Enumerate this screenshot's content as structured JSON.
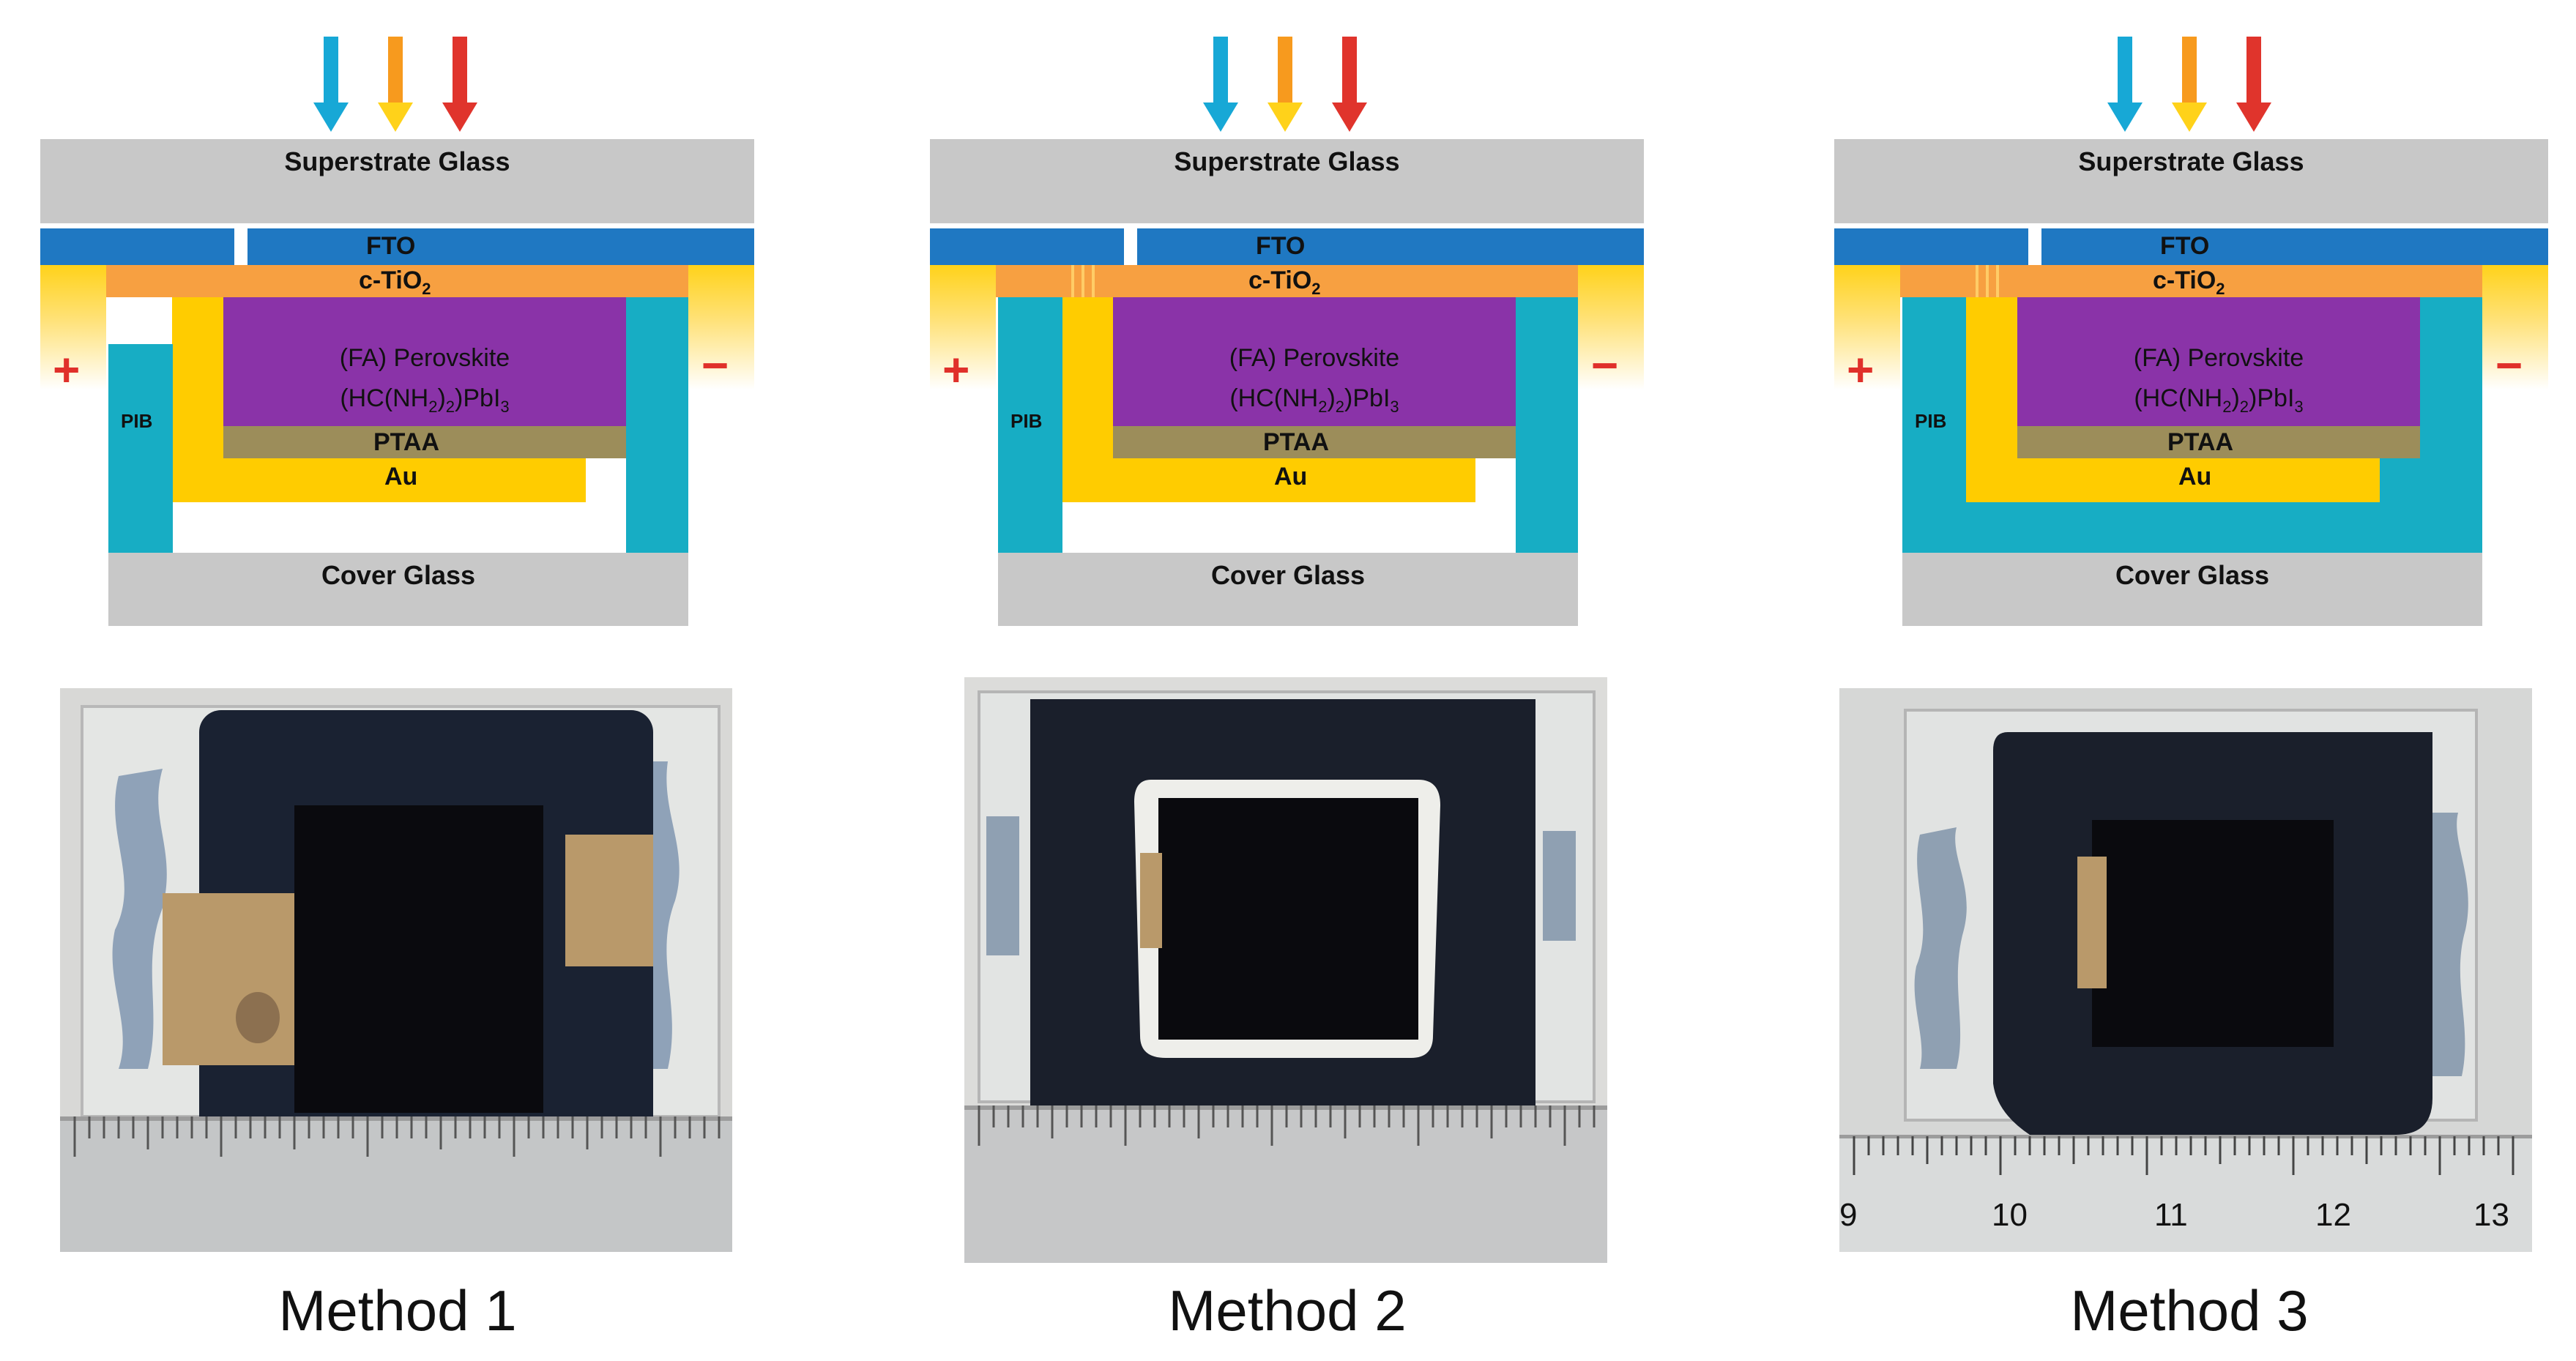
{
  "layers": {
    "superstrate": "Superstrate Glass",
    "fto": "FTO",
    "ctio2_base": "c-TiO",
    "ctio2_sub": "2",
    "perovskite_line1": "(FA) Perovskite",
    "perovskite_line2_a": "(HC(NH",
    "perovskite_line2_sub1": "2",
    "perovskite_line2_b": ")",
    "perovskite_line2_sub2": "2",
    "perovskite_line2_c": ")PbI",
    "perovskite_line2_sub3": "3",
    "ptaa": "PTAA",
    "au": "Au",
    "pib": "PIB",
    "cover": "Cover Glass",
    "plus": "+",
    "minus": "−"
  },
  "methods": [
    {
      "label": "Method 1"
    },
    {
      "label": "Method 2"
    },
    {
      "label": "Method 3"
    }
  ],
  "ruler3_numbers": [
    "9",
    "10",
    "11",
    "12",
    "13"
  ],
  "colors": {
    "glass": "#c8c8c8",
    "fto": "#1f78c2",
    "ctio2": "#f7a041",
    "perovskite": "#8a33a8",
    "ptaa": "#9c8d5a",
    "au": "#ffcc00",
    "pib": "#17adc4",
    "arrow_blue": "#17a8d6",
    "arrow_orange": "#f79a1e",
    "arrow_red": "#e0342c"
  },
  "icons": [
    "light-arrow-blue-icon",
    "light-arrow-orange-icon",
    "light-arrow-red-icon"
  ]
}
